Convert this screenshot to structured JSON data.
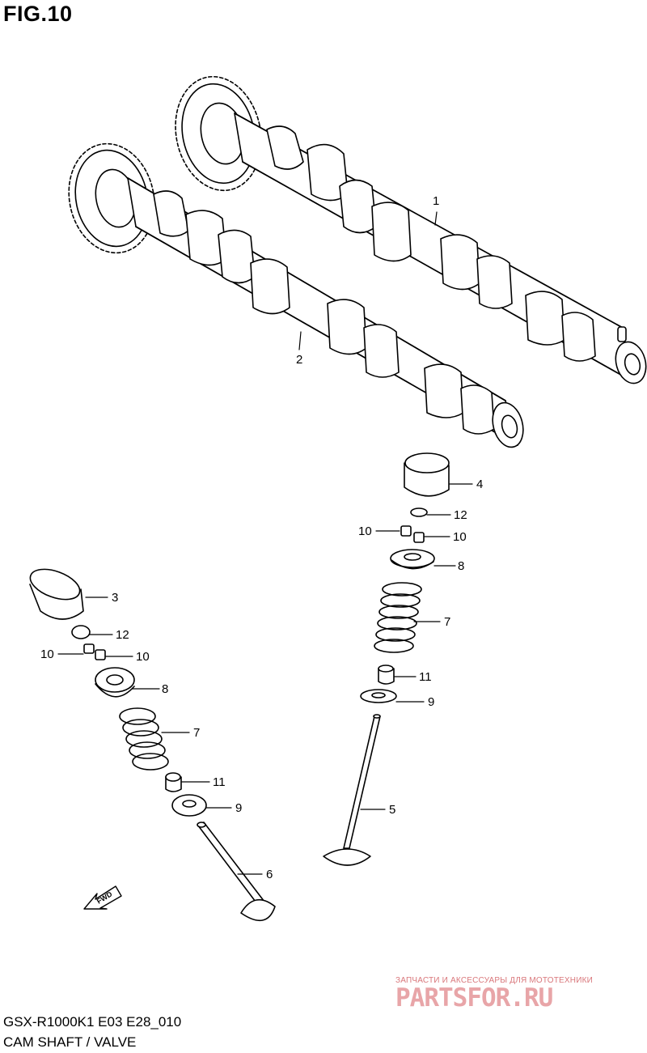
{
  "figure": {
    "title": "FIG.10",
    "model_code": "GSX-R1000K1 E03 E28_010",
    "subtitle": "CAM SHAFT / VALVE",
    "fwd_label": "FWD"
  },
  "callouts": [
    {
      "id": "c1",
      "label": "1"
    },
    {
      "id": "c2",
      "label": "2"
    },
    {
      "id": "c3",
      "label": "3"
    },
    {
      "id": "c4",
      "label": "4"
    },
    {
      "id": "c5",
      "label": "5"
    },
    {
      "id": "c6",
      "label": "6"
    },
    {
      "id": "c7a",
      "label": "7"
    },
    {
      "id": "c7b",
      "label": "7"
    },
    {
      "id": "c8a",
      "label": "8"
    },
    {
      "id": "c8b",
      "label": "8"
    },
    {
      "id": "c9a",
      "label": "9"
    },
    {
      "id": "c9b",
      "label": "9"
    },
    {
      "id": "c10a",
      "label": "10"
    },
    {
      "id": "c10b",
      "label": "10"
    },
    {
      "id": "c10c",
      "label": "10"
    },
    {
      "id": "c10d",
      "label": "10"
    },
    {
      "id": "c11a",
      "label": "11"
    },
    {
      "id": "c11b",
      "label": "11"
    },
    {
      "id": "c12a",
      "label": "12"
    },
    {
      "id": "c12b",
      "label": "12"
    }
  ],
  "watermark": {
    "tagline": "ЗАПЧАСТИ И АКСЕССУАРЫ ДЛЯ МОТОТЕХНИКИ",
    "brand": "PARTSFOR.RU"
  }
}
